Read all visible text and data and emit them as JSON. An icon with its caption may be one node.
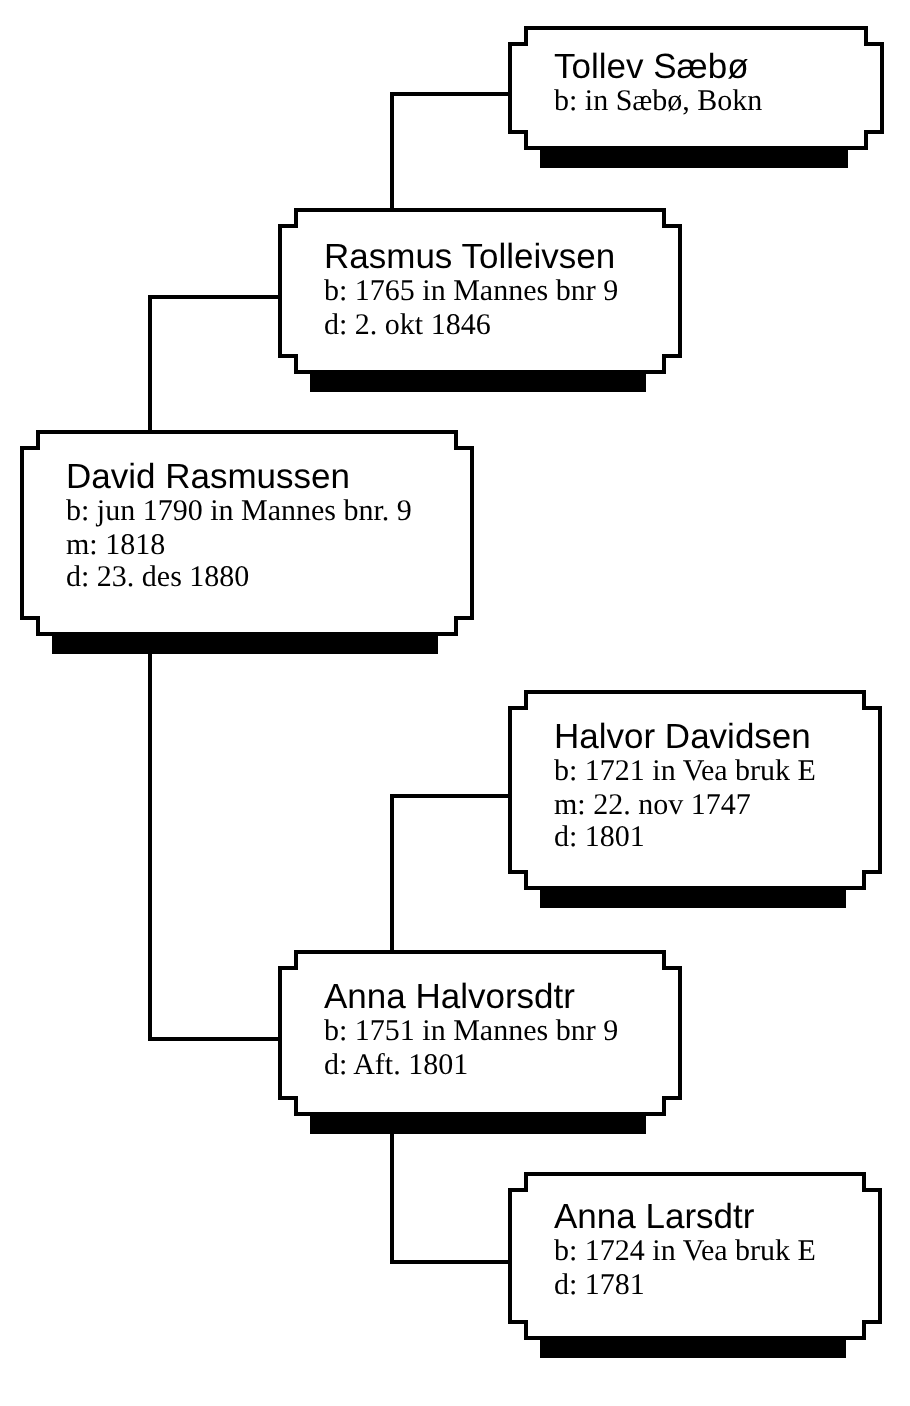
{
  "diagram": {
    "nodes": [
      {
        "text": [
          "Tollev Sæbø",
          "b: in Sæbø, Bokn"
        ]
      },
      {
        "text": [
          "Rasmus Tolleivsen",
          "b: 1765 in Mannes bnr 9",
          "d: 2. okt 1846"
        ]
      },
      {
        "text": [
          "David Rasmussen",
          "b: jun 1790 in Mannes bnr. 9",
          "m: 1818",
          "d: 23. des 1880"
        ]
      },
      {
        "text": [
          "Halvor Davidsen",
          "b: 1721 in Vea bruk E",
          "m: 22. nov 1747",
          "d: 1801"
        ]
      },
      {
        "text": [
          "Anna Halvorsdtr",
          "b: 1751 in Mannes bnr 9",
          "d: Aft. 1801"
        ]
      },
      {
        "text": [
          "Anna Larsdtr",
          "b: 1724 in Vea bruk E",
          "d: 1781"
        ]
      }
    ],
    "edges": [
      {
        "from": 1,
        "to": 0,
        "arrow": "none"
      },
      {
        "from": 2,
        "to": 1,
        "arrow": "none"
      },
      {
        "from": 2,
        "to": 4,
        "arrow": "none"
      },
      {
        "from": 4,
        "to": 3,
        "arrow": "none"
      },
      {
        "from": 4,
        "to": 5,
        "arrow": "none"
      }
    ]
  }
}
